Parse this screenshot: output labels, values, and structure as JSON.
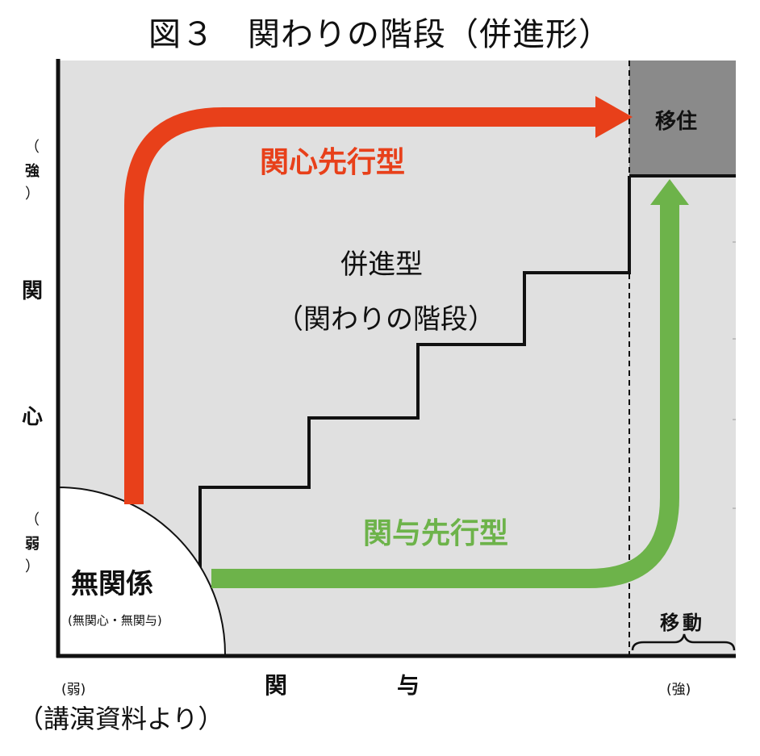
{
  "title": "図３　関わりの階段（併進形）",
  "y_axis": {
    "open_paren_top": "（",
    "strong": "強",
    "close_paren_top": "）",
    "label_1": "関",
    "label_2": "心",
    "open_paren_bottom": "（",
    "weak": "弱",
    "close_paren_bottom": "）"
  },
  "x_axis": {
    "weak": "(弱)",
    "label_1": "関",
    "label_2": "与",
    "strong": "(強)"
  },
  "regions": {
    "no_relation": "無関係",
    "no_relation_sub": "(無関心・無関与)",
    "migration": "移住",
    "movement": "移動"
  },
  "paths": {
    "interest_first": "関心先行型",
    "stairs_line1": "併進型",
    "stairs_line2": "（関わりの階段）",
    "involvement_first": "関与先行型"
  },
  "source": "（講演資料より）",
  "colors": {
    "interest_arrow": "#e8401a",
    "involvement_arrow": "#6db34a",
    "background": "#e0e0e0",
    "migration_box": "#8a8a8a"
  }
}
